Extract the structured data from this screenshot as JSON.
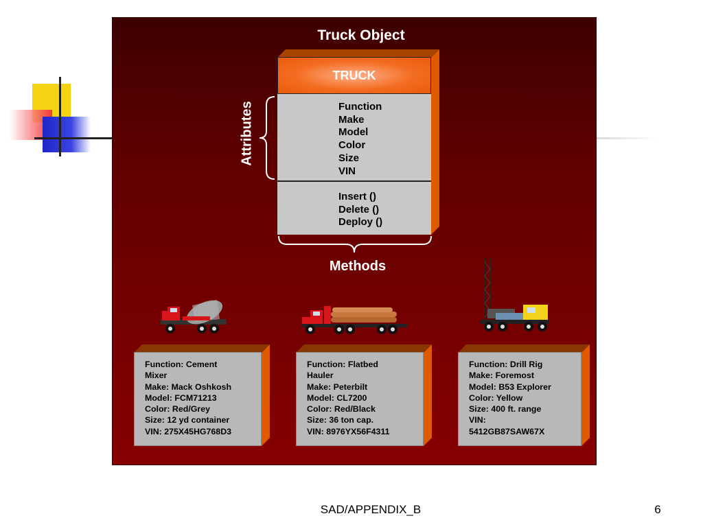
{
  "slide": {
    "title": "Truck Object",
    "class_box": {
      "name": "TRUCK",
      "attributes": [
        "Function",
        "Make",
        "Model",
        "Color",
        "Size",
        "VIN"
      ],
      "methods": [
        "Insert ()",
        "Delete ()",
        "Deploy ()"
      ]
    },
    "attributes_label": "Attributes",
    "methods_label": "Methods",
    "instances": [
      {
        "icon": "cement-mixer-truck-icon",
        "lines": [
          "Function: Cement",
          "Mixer",
          "Make: Mack Oshkosh",
          "Model: FCM71213",
          "Color: Red/Grey",
          "Size: 12 yd container",
          "VIN: 275X45HG768D3"
        ]
      },
      {
        "icon": "flatbed-log-truck-icon",
        "lines": [
          "Function: Flatbed",
          "Hauler",
          "Make: Peterbilt",
          "Model: CL7200",
          "Color: Red/Black",
          "Size: 36 ton cap.",
          "VIN: 8976YX56F4311"
        ]
      },
      {
        "icon": "drill-rig-truck-icon",
        "lines": [
          "Function: Drill Rig",
          "Make: Foremost",
          "Model: B53 Explorer",
          "Color: Yellow",
          "Size: 400 ft. range",
          "VIN:",
          "5412GB87SAW67X"
        ]
      }
    ]
  },
  "footer": {
    "text": "SAD/APPENDIX_B",
    "page_number": "6"
  },
  "colors": {
    "panel_dark": "#3e0000",
    "panel_light": "#860000",
    "orange": "#f36d22",
    "grey_box": "#c8c8c8"
  }
}
